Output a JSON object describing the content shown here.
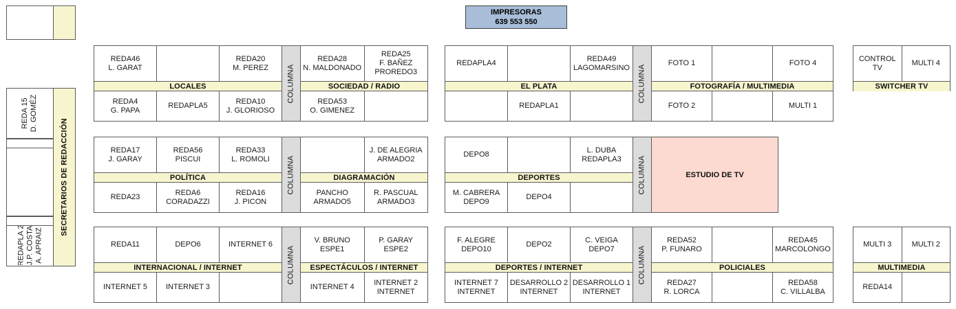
{
  "diagram": {
    "title": "Plano de distribucion de puestos - Redaccion",
    "colors": {
      "band": "#f7f5ce",
      "columna": "#dcdcdc",
      "estudio": "#fcdad1",
      "impresoras": "#a8bdd8",
      "border": "#5b5b5b"
    }
  },
  "printers": {
    "name": "IMPRESORAS",
    "numbers": "639  553  550"
  },
  "left_panel_top": {
    "cell_label": "",
    "strip_label": ""
  },
  "left_panel_main": {
    "strip_label": "SECRETARIOS DE REDACCIÓN",
    "cells": [
      {
        "name": "cell-reda15",
        "text": "REDA 15\nD. GOMÉZ"
      },
      {
        "name": "cell-empty-1",
        "text": ""
      },
      {
        "name": "cell-empty-2",
        "text": ""
      },
      {
        "name": "cell-empty-3",
        "text": ""
      },
      {
        "name": "cell-redapla2",
        "text": "REDAPLA 2\nJ.P. COSTA\nA. APRAIZ"
      }
    ]
  },
  "blocks": [
    {
      "id": "locales",
      "band": "LOCALES",
      "top": [
        "REDA46\nL. GARAT",
        "",
        "REDA20\nM. PEREZ"
      ],
      "bottom": [
        "REDA4\nG. PAPA",
        "REDAPLA5",
        "REDA10\nJ. GLORIOSO"
      ],
      "columna": "COLUMNA"
    },
    {
      "id": "sociedad-radio",
      "band": "SOCIEDAD / RADIO",
      "top": [
        "REDA28\nN. MALDONADO",
        "REDA25\nF. BAÑEZ\nPROREDO3"
      ],
      "bottom": [
        "REDA53\nO. GIMENEZ",
        ""
      ]
    },
    {
      "id": "el-plata",
      "band": "EL PLATA",
      "top": [
        "REDAPLA4",
        "",
        "REDA49\nLAGOMARSINO"
      ],
      "bottom": [
        "",
        "REDAPLA1",
        ""
      ],
      "columna": "COLUMNA"
    },
    {
      "id": "fotografia-multimedia",
      "band": "FOTOGRAFÍA / MULTIMEDIA",
      "top": [
        "FOTO 1",
        "",
        "FOTO 4"
      ],
      "bottom": [
        "FOTO 2",
        "",
        "MULTI 1"
      ]
    },
    {
      "id": "switcher-tv",
      "band": "SWITCHER TV",
      "top": [
        "CONTROL TV",
        "MULTI 4"
      ],
      "bottom": []
    },
    {
      "id": "politica",
      "band": "POLÍTICA",
      "top": [
        "REDA17\nJ. GARAY",
        "REDA56\nPISCUI",
        "REDA33\nL. ROMOLI"
      ],
      "bottom": [
        "REDA23",
        "REDA6\nCORADAZZI",
        "REDA16\nJ. PICON"
      ],
      "columna": "COLUMNA"
    },
    {
      "id": "diagramacion",
      "band": "DIAGRAMACIÓN",
      "top": [
        "",
        "J. DE ALEGRIA\nARMADO2"
      ],
      "bottom": [
        "PANCHO\nARMADO5",
        "R. PASCUAL\nARMADO3"
      ]
    },
    {
      "id": "deportes",
      "band": "DEPORTES",
      "top": [
        "DEPO8",
        "",
        "L. DUBA\nREDAPLA3"
      ],
      "bottom": [
        "M. CABRERA\nDEPO9",
        "DEPO4",
        ""
      ],
      "columna": "COLUMNA"
    },
    {
      "id": "estudio-de-tv",
      "band": "ESTUDIO DE TV",
      "top": [],
      "bottom": []
    },
    {
      "id": "internacional-internet",
      "band": "INTERNACIONAL / INTERNET",
      "top": [
        "REDA11",
        "DEPO6",
        "INTERNET 6"
      ],
      "bottom": [
        "INTERNET 5",
        "INTERNET 3",
        ""
      ],
      "columna": "COLUMNA"
    },
    {
      "id": "espectaculos-internet",
      "band": "ESPECTÁCULOS / INTERNET",
      "top": [
        "V. BRUNO\nESPE1",
        "P. GARAY\nESPE2"
      ],
      "bottom": [
        "INTERNET 4",
        "INTERNET 2\nINTERNET"
      ]
    },
    {
      "id": "deportes-internet",
      "band": "DEPORTES / INTERNET",
      "top": [
        "F. ALEGRE\nDEPO10",
        "DEPO2",
        "C. VEIGA\nDEPO7"
      ],
      "bottom": [
        "INTERNET 7\nINTERNET",
        "DESARROLLO 2\nINTERNET",
        "DESARROLLO 1\nINTERNET"
      ],
      "columna": "COLUMNA"
    },
    {
      "id": "policiales",
      "band": "POLICIALES",
      "top": [
        "REDA52\nP. FUNARO",
        "",
        "REDA45\nMARCOLONGO"
      ],
      "bottom": [
        "REDA27\nR. LORCA",
        "",
        "REDA58\nC. VILLALBA"
      ]
    },
    {
      "id": "multimedia",
      "band": "MULTIMEDIA",
      "top": [
        "MULTI 3",
        "MULTI 2"
      ],
      "bottom": [
        "REDA14",
        ""
      ]
    }
  ]
}
